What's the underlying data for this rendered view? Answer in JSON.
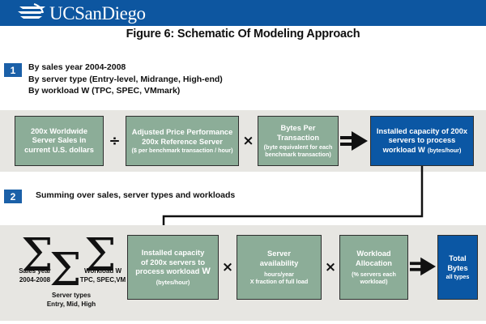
{
  "header": {
    "logo_icon": "uc-san-diego-trident-icon",
    "logo_text": "UCSanDiego",
    "brand_blue": "#0d56a0"
  },
  "title": "Figure 6: Schematic Of Modeling Approach",
  "steps": [
    {
      "number": "1",
      "lines": [
        "By sales year 2004-2008",
        "By server type (Entry-level, Midrange, High-end)",
        "By workload W (TPC, SPEC, VMmark)"
      ]
    },
    {
      "number": "2",
      "text": "Summing over sales, server types and workloads"
    }
  ],
  "row1": {
    "boxes": [
      {
        "main": "200x Worldwide\nServer Sales in\ncurrent U.S. dollars",
        "sub": "",
        "color": "green"
      },
      {
        "main": "Adjusted Price Performance\n200x Reference Server",
        "sub": "($ per benchmark transaction / hour)",
        "color": "green"
      },
      {
        "main": "Bytes Per Transaction",
        "sub": "(byte equivalent for each\nbenchmark transaction)",
        "color": "green"
      },
      {
        "main": "Installed capacity of 200x\nservers to process",
        "sub": "",
        "color": "blue"
      }
    ],
    "box4_line3_bold": "workload W",
    "box4_line3_small": "(bytes/hour)",
    "operators": [
      "÷",
      "×"
    ],
    "result_arrow": "equals-arrow-icon"
  },
  "row2": {
    "sigmas": [
      {
        "symbol": "Σ",
        "caption": "Sales year\n2004-2008"
      },
      {
        "symbol": "Σ",
        "caption": "Server types\nEntry, Mid, High"
      },
      {
        "symbol": "Σ",
        "caption": "Workload W\nTPC, SPEC,VM"
      }
    ],
    "boxes": [
      {
        "main": "Installed capacity\nof 200x servers to\nprocess workload",
        "bold_tail": "W",
        "sub": "(bytes/hour)",
        "color": "green"
      },
      {
        "main": "Server\navailability",
        "sub": "hours/year\nX fraction of full load",
        "color": "green"
      },
      {
        "main": "Workload\nAllocation",
        "sub": "(% servers each\nworkload)",
        "color": "green"
      },
      {
        "main": "Total Bytes",
        "sub": "all types",
        "color": "blue"
      }
    ],
    "operators": [
      "×",
      "×"
    ],
    "result_arrow": "equals-arrow-icon"
  },
  "colors": {
    "green_box": "#8cad98",
    "blue_box": "#0b57a4",
    "band_gray": "#e7e6e2",
    "badge_blue": "#1b60a8"
  }
}
